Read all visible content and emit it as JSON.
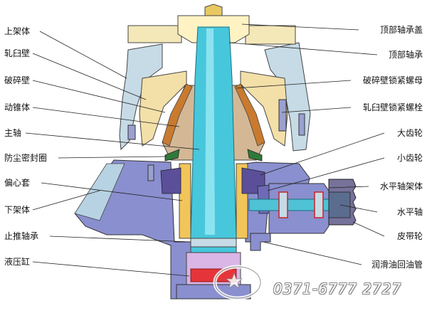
{
  "labels_left": [
    "上架体",
    "轧臼壁",
    "破碎壁",
    "动锥体",
    "主轴",
    "防尘密封圈",
    "偏心套",
    "下架体",
    "止推轴承",
    "液压缸"
  ],
  "labels_right": [
    "顶部轴承盖",
    "顶部轴承",
    "破碎壁锁紧螺母",
    "轧臼壁锁紧螺栓",
    "大齿轮",
    "小齿轮",
    "水平轴架体",
    "水平轴",
    "皮带轮",
    "润滑油回油管"
  ],
  "watermark": {
    "phone": "0371-6777 2727"
  }
}
